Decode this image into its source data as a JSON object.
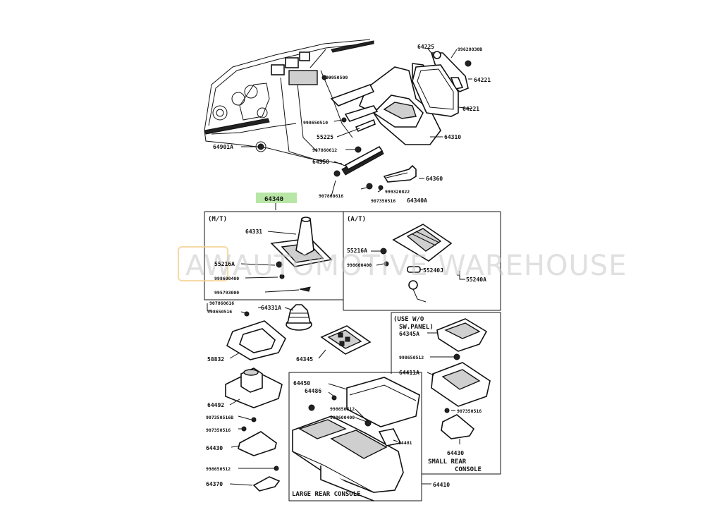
{
  "watermark": {
    "brand": "AUTOMOTIVE WAREHOUSE",
    "logo": "AW"
  },
  "highlighted_part": "64340",
  "labels": {
    "p64225": "64225",
    "p99628": "99628030B",
    "p64221a": "64221",
    "p64221b": "64221",
    "p99950": "99950500",
    "p64310": "64310",
    "p99865": "998650510",
    "p55225": "55225",
    "p64901a": "64901A",
    "p90786a": "907860612",
    "p64350": "64350",
    "p64360": "64360",
    "p90786b": "907860616",
    "p99932": "999320822",
    "p90735": "907350516",
    "p64340a": "64340A",
    "p64331": "64331",
    "p55216a_mt": "55216A",
    "p99860mt": "998600400",
    "p99579": "995793000",
    "p55216a_at": "55216A",
    "p99860at": "998600400",
    "p55240j": "55240J",
    "p55240a": "55240A",
    "p90786c": "907860616",
    "p99865b": "998650516",
    "p64331a": "64331A",
    "p64345": "64345",
    "p58832": "58832",
    "p64492": "64492",
    "p64345a": "64345A",
    "p99865c": "998650512",
    "p64411a": "64411A",
    "p64450": "64450",
    "p64486": "64486",
    "p99865d": "998650512",
    "p99860d": "998600400",
    "p64481": "64481",
    "p90735b": "907350516",
    "p64430s": "64430",
    "p90735c": "907350516B",
    "p90735d": "907350516",
    "p64430": "64430",
    "p99865e": "998650512",
    "p64370": "64370",
    "p64410": "64410"
  },
  "sections": {
    "mt": "(M/T)",
    "at": "(A/T)",
    "use_wo_1": "(USE W/O",
    "use_wo_2": "SW.PANEL)",
    "small_1": "SMALL REAR",
    "small_2": "CONSOLE",
    "large": "LARGE REAR CONSOLE"
  }
}
